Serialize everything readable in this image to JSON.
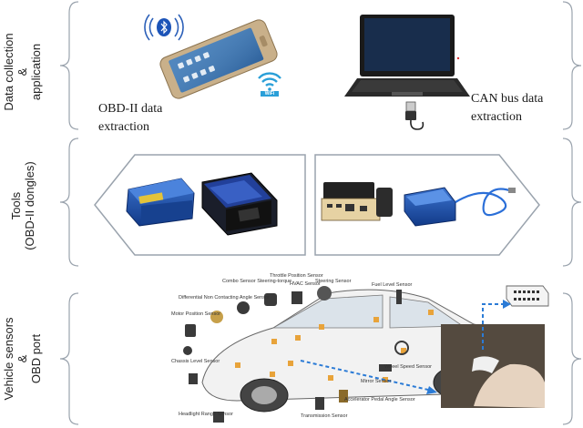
{
  "sections": {
    "top_label_line1": "Data collection",
    "top_label_line2": "&",
    "top_label_line3": "application",
    "middle_label_line1": "Tools",
    "middle_label_line2": "(OBD-II dongles)",
    "bottom_label_line1": "Vehicle sensors",
    "bottom_label_line2": "&",
    "bottom_label_line3": "OBD port"
  },
  "captions": {
    "phone_line1": "OBD-II data",
    "phone_line2": "extraction",
    "laptop_line1": "CAN bus data",
    "laptop_line2": "extraction"
  },
  "device_text": {
    "wifi": "WiFi"
  },
  "sensors": [
    "Combo Sensor Steering-torque",
    "Throttle Position Sensor",
    "HVAC Sensor",
    "Steering Sensor",
    "Differential Non Contacting Angle Sensor",
    "Fuel Level Sensor",
    "Motor Position Sensor",
    "Chassis Level Sensor",
    "Wheel Speed Sensor",
    "Mirror Sensor",
    "Accelerator Pedal Angle Sensor",
    "Transmission Sensor",
    "Headlight Range Sensor"
  ],
  "icons": [
    "bluetooth-icon",
    "wifi-icon",
    "usb-cable-icon"
  ],
  "colors": {
    "bracket": "#9aa3ad",
    "arrow": "#2b7bd6",
    "phone_gold": "#c9b08a",
    "dongle_blue": "#1d4fa8"
  }
}
